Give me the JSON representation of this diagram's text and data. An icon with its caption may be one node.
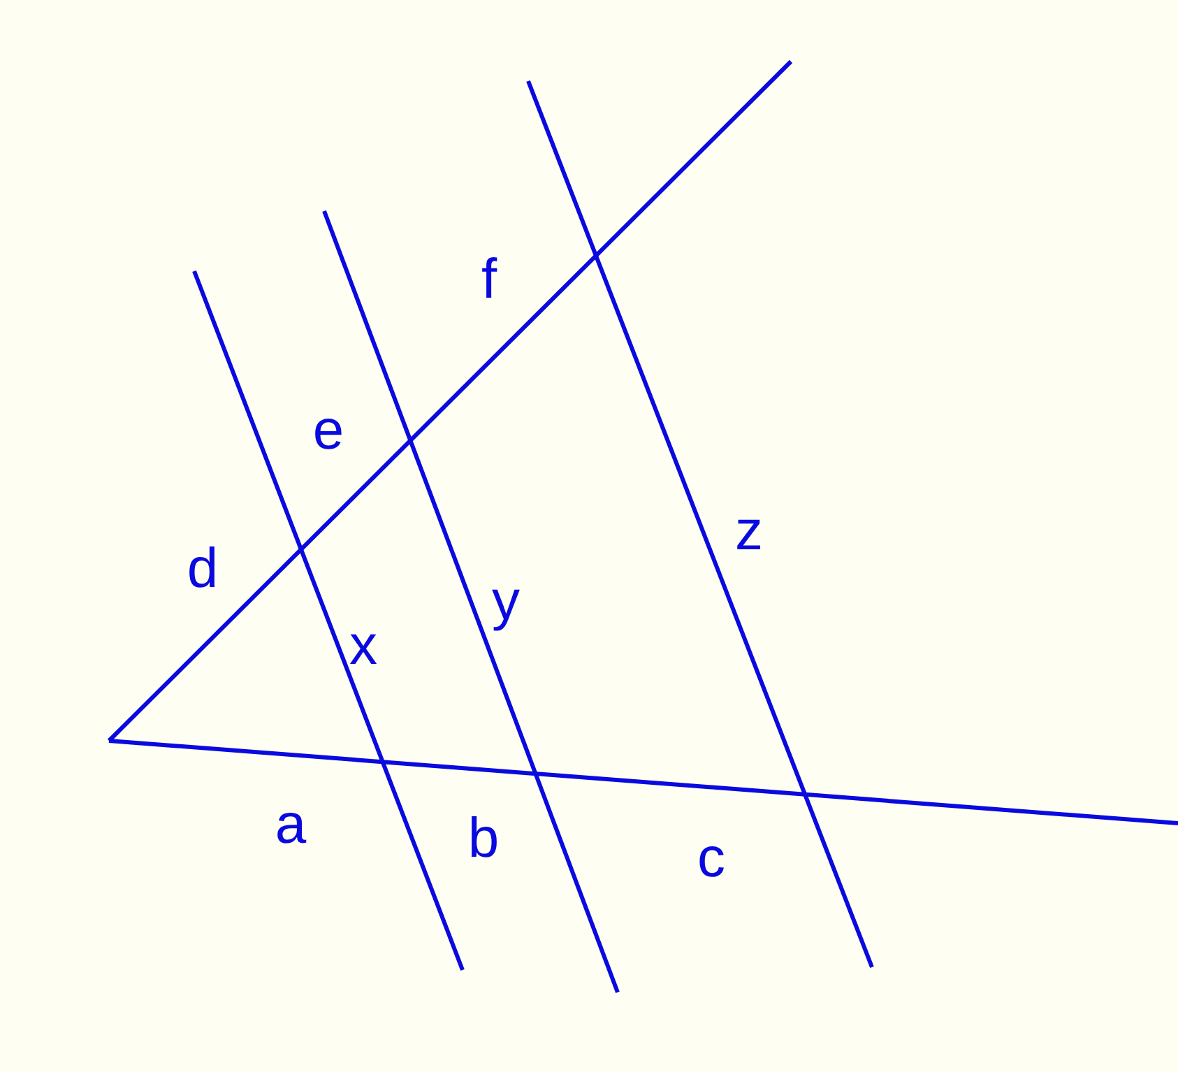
{
  "diagram": {
    "labels": [
      "f",
      "e",
      "z",
      "d",
      "y",
      "x",
      "a",
      "b",
      "c"
    ]
  }
}
